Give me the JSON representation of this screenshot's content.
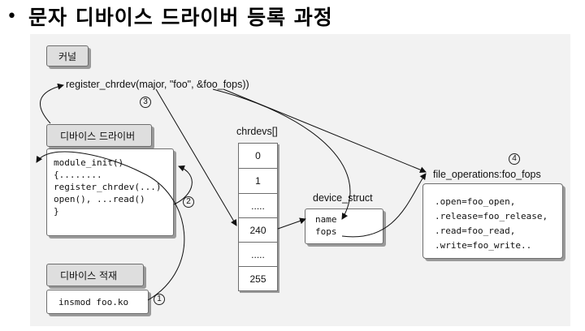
{
  "title": {
    "bullet": "•",
    "text": "문자 디바이스 드라이버 등록 과정"
  },
  "kernel": {
    "label": "커널"
  },
  "register_call": "register_chrdev(major, \"foo\", &foo_fops))",
  "driver": {
    "label": "디바이스 드라이버",
    "code": [
      "module_init()",
      "{........",
      "register_chrdev(...)",
      "open(), ...read()",
      "}"
    ]
  },
  "loader": {
    "label": "디바이스 적재",
    "command": "insmod foo.ko"
  },
  "chrdevs": {
    "label": "chrdevs[]",
    "cells": [
      "0",
      "1",
      ".....",
      "240",
      ".....",
      "255"
    ]
  },
  "device_struct": {
    "label": "device_struct",
    "fields": [
      "name",
      "fops"
    ]
  },
  "file_operations": {
    "label": "file_operations:foo_fops",
    "entries": [
      ".open=foo_open,",
      ".release=foo_release,",
      ".read=foo_read,",
      ".write=foo_write.."
    ]
  },
  "steps": {
    "s1": "1",
    "s2": "2",
    "s3": "3",
    "s4": "4"
  }
}
